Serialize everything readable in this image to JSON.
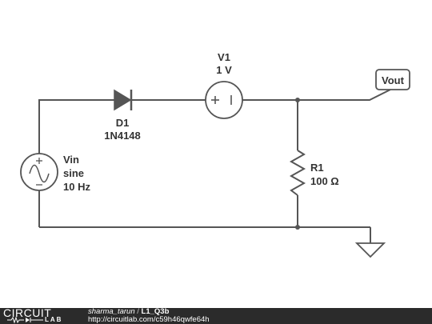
{
  "schematic": {
    "source": {
      "name": "Vin",
      "type": "sine",
      "frequency": "10 Hz"
    },
    "diode": {
      "name": "D1",
      "model": "1N4148"
    },
    "dc_source": {
      "name": "V1",
      "value": "1 V"
    },
    "resistor": {
      "name": "R1",
      "value": "100 Ω"
    },
    "output_label": "Vout"
  },
  "footer": {
    "brand_word": "CIRCUIT",
    "brand_lab": "LAB",
    "author": "sharma_tarun",
    "separator": "/",
    "project": "L1_Q3b",
    "url": "http://circuitlab.com/c59h46qwfe64h"
  },
  "colors": {
    "wire": "#555555",
    "footer_bg": "#2b2b2b",
    "text": "#333333"
  }
}
